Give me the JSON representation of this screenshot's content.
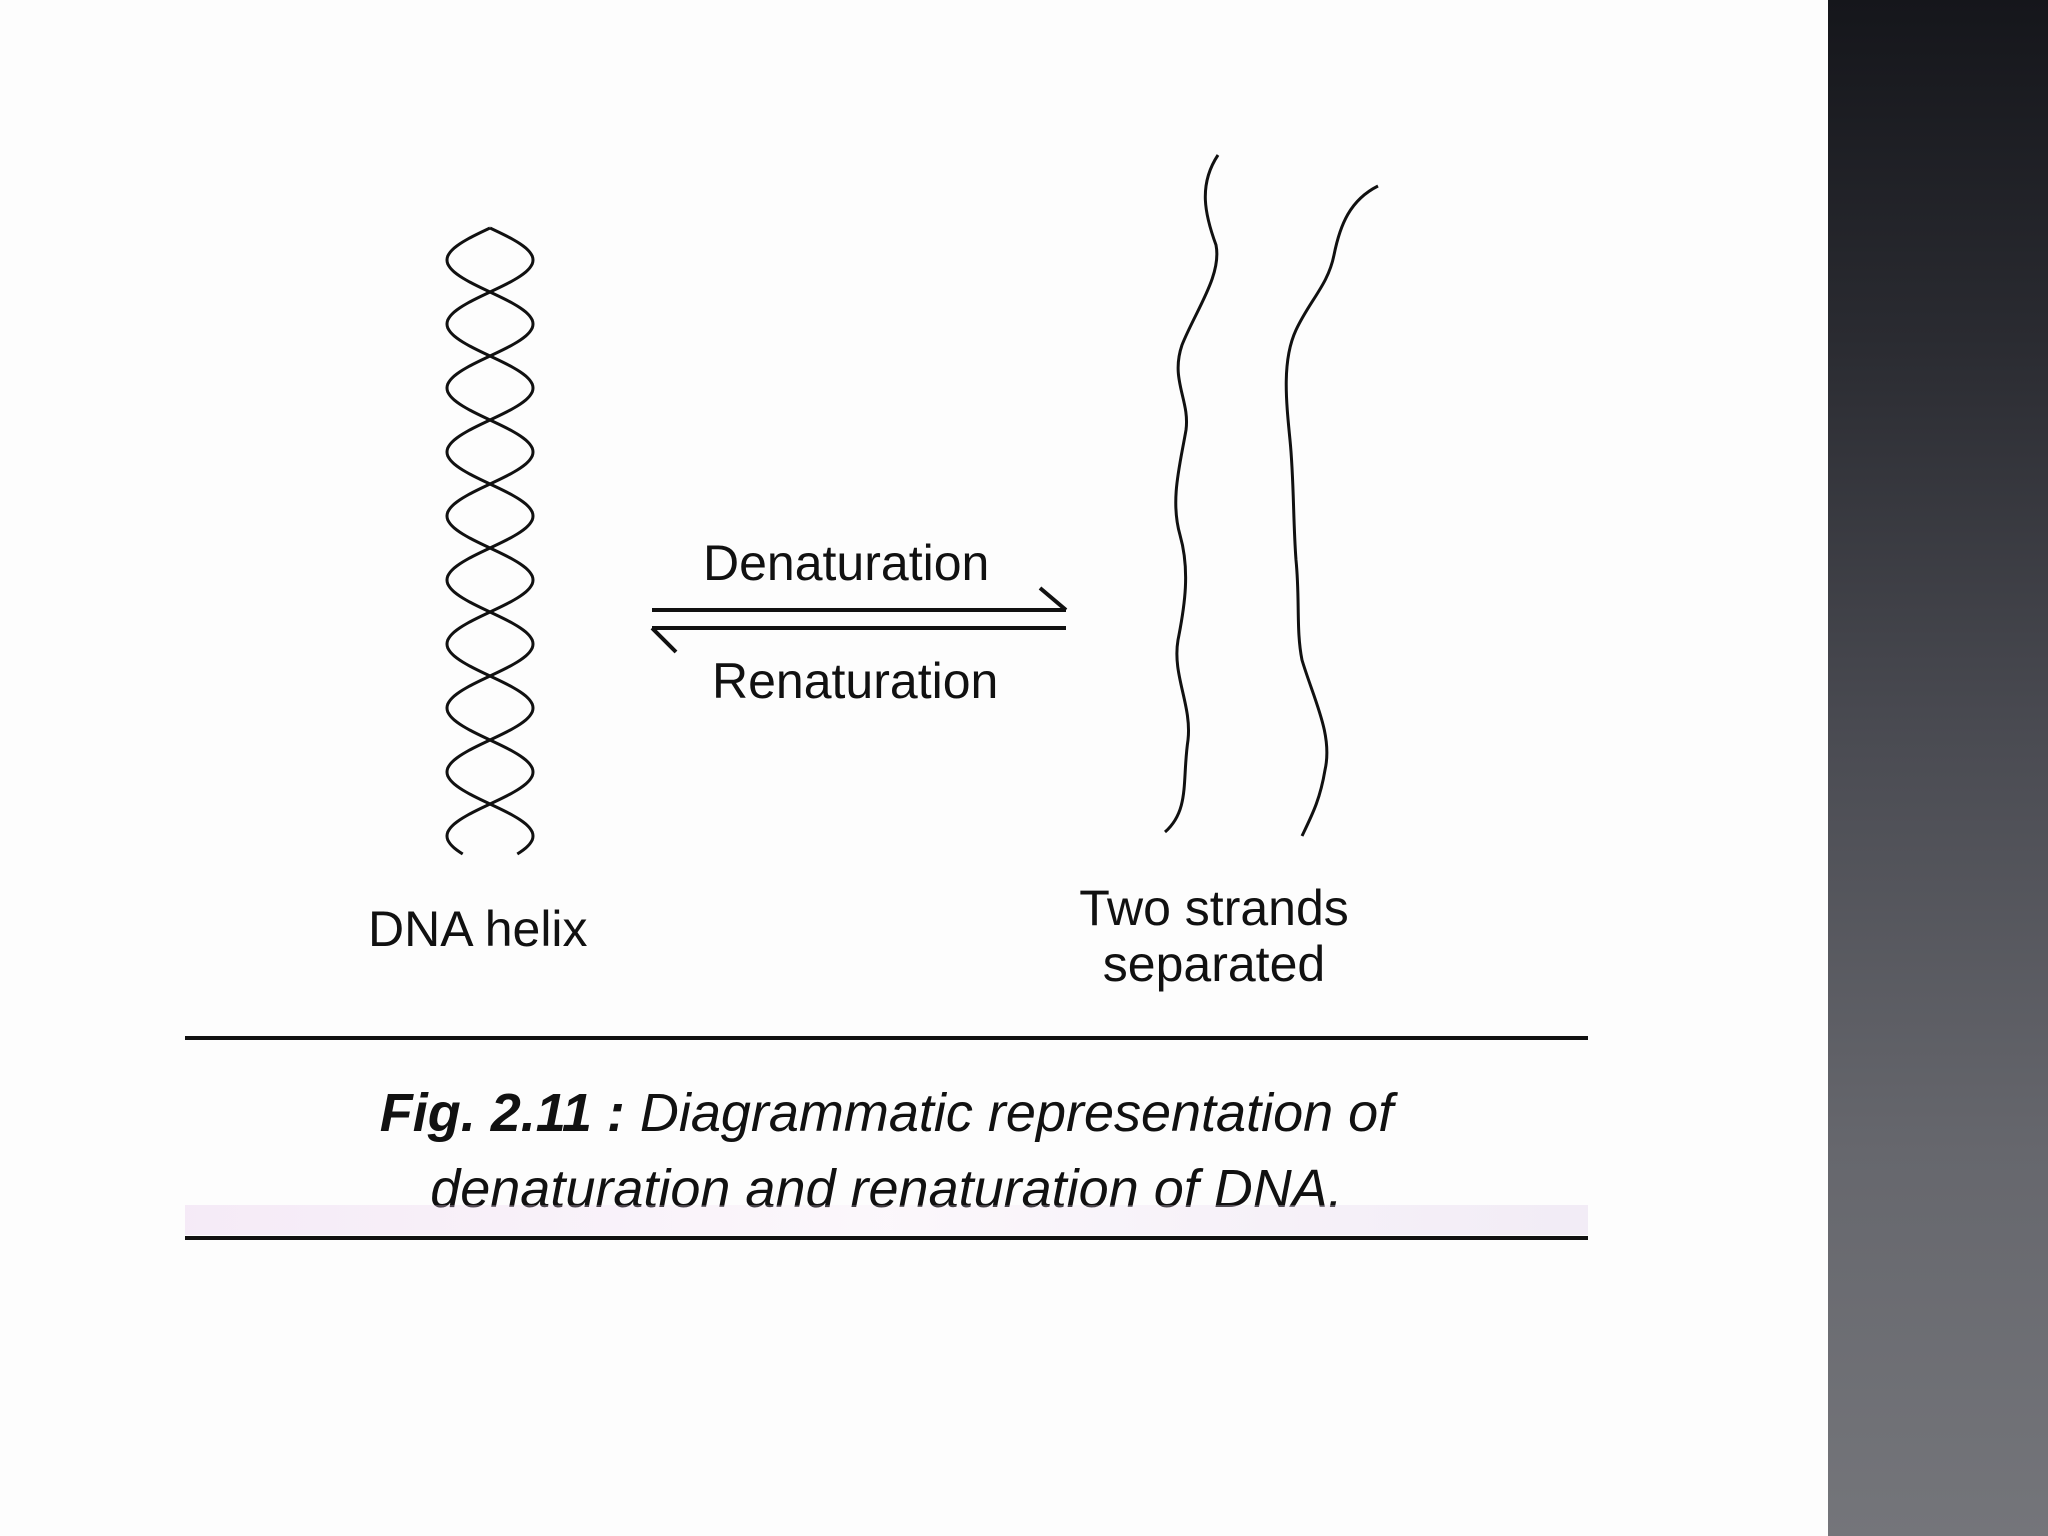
{
  "diagram": {
    "left_label": "DNA helix",
    "right_label_line1": "Two strands",
    "right_label_line2": "separated",
    "forward_label": "Denaturation",
    "reverse_label": "Renaturation"
  },
  "caption": {
    "fig": "Fig. 2.11 :",
    "line1": "Diagrammatic representation of",
    "line2": "denaturation and renaturation of DNA."
  },
  "colors": {
    "ink": "#111111",
    "page": "#fdfdfd",
    "side_panel_top": "#15161b",
    "side_panel_bottom": "#74757a"
  }
}
